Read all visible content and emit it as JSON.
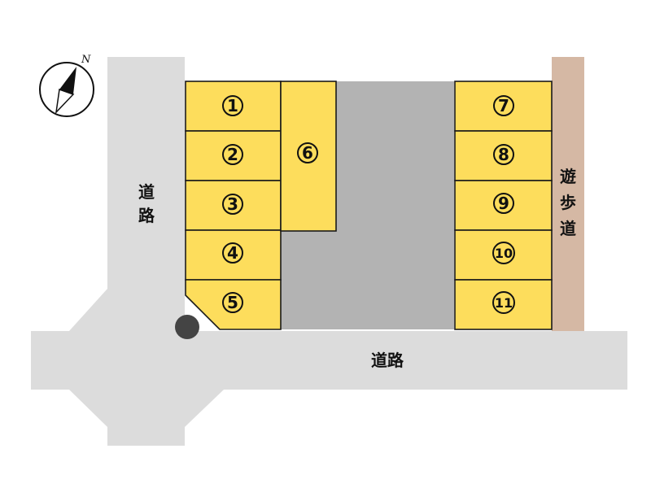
{
  "compass": {
    "north_label": "N"
  },
  "roads": {
    "west_label": "道路",
    "south_label": "道路",
    "east_path_label": "遊歩道"
  },
  "lots": [
    {
      "id": "lot-1",
      "label": "1"
    },
    {
      "id": "lot-2",
      "label": "2"
    },
    {
      "id": "lot-3",
      "label": "3"
    },
    {
      "id": "lot-4",
      "label": "4"
    },
    {
      "id": "lot-5",
      "label": "5"
    },
    {
      "id": "lot-6",
      "label": "6"
    },
    {
      "id": "lot-7",
      "label": "7"
    },
    {
      "id": "lot-8",
      "label": "8"
    },
    {
      "id": "lot-9",
      "label": "9"
    },
    {
      "id": "lot-10",
      "label": "10"
    },
    {
      "id": "lot-11",
      "label": "11"
    }
  ],
  "colors": {
    "lot": "#fddd5c",
    "road": "#dcdcdc",
    "central_road": "#b3b3b3",
    "walkway": "#d5b8a4",
    "utility_pole": "#444444"
  }
}
